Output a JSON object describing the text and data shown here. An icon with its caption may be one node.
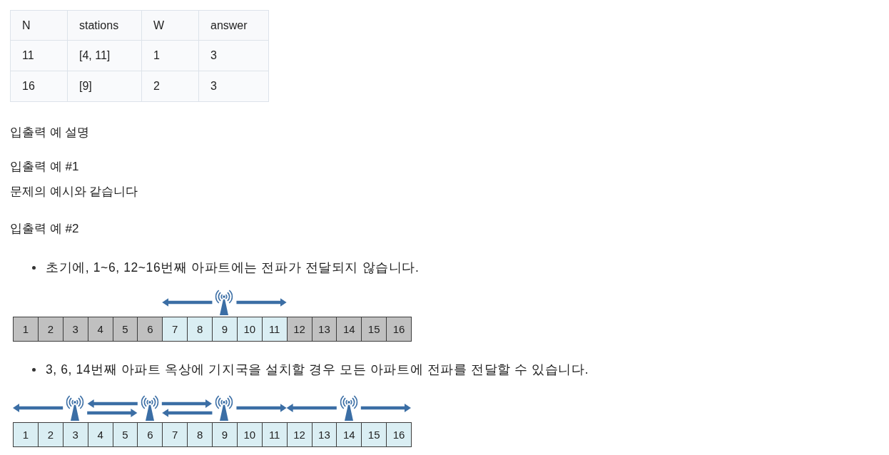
{
  "diagram": {
    "nodes": [
      {
        "text": [
          "1"
        ]
      },
      {
        "text": [
          "2"
        ]
      },
      {
        "text": [
          "3"
        ]
      },
      {
        "text": [
          "4"
        ]
      },
      {
        "text": [
          "5"
        ]
      },
      {
        "text": [
          "6"
        ]
      },
      {
        "text": [
          "7"
        ]
      },
      {
        "text": [
          "8"
        ]
      },
      {
        "text": [
          "9"
        ]
      },
      {
        "text": [
          "10"
        ]
      },
      {
        "text": [
          "11"
        ]
      },
      {
        "text": [
          "12"
        ]
      },
      {
        "text": [
          "13"
        ]
      },
      {
        "text": [
          "14"
        ]
      },
      {
        "text": [
          "15"
        ]
      },
      {
        "text": [
          "16"
        ]
      },
      {
        "text": [
          "1"
        ]
      },
      {
        "text": [
          "2"
        ]
      },
      {
        "text": [
          "3"
        ]
      },
      {
        "text": [
          "4"
        ]
      },
      {
        "text": [
          "5"
        ]
      },
      {
        "text": [
          "6"
        ]
      },
      {
        "text": [
          "7"
        ]
      },
      {
        "text": [
          "8"
        ]
      },
      {
        "text": [
          "9"
        ]
      },
      {
        "text": [
          "10"
        ]
      },
      {
        "text": [
          "11"
        ]
      },
      {
        "text": [
          "12"
        ]
      },
      {
        "text": [
          "13"
        ]
      },
      {
        "text": [
          "14"
        ]
      },
      {
        "text": [
          "15"
        ]
      },
      {
        "text": [
          "16"
        ]
      }
    ],
    "labels": [
      "N",
      "stations",
      "W",
      "answer",
      "11",
      "[4, 11]",
      "1",
      "3",
      "16",
      "[9]",
      "2",
      "3",
      "입출력 예 설명",
      "입출력 예 #1",
      "문제의 예시와 같습니다",
      "입출력 예 #2",
      "초기에, 1~6, 12~16번째 아파트에는 전파가 전달되지 않습니다.",
      "3, 6, 14번째 아파트 옥상에 기지국을 설치할 경우 모든 아파트에 전파를 전달할 수 있습니다."
    ]
  }
}
